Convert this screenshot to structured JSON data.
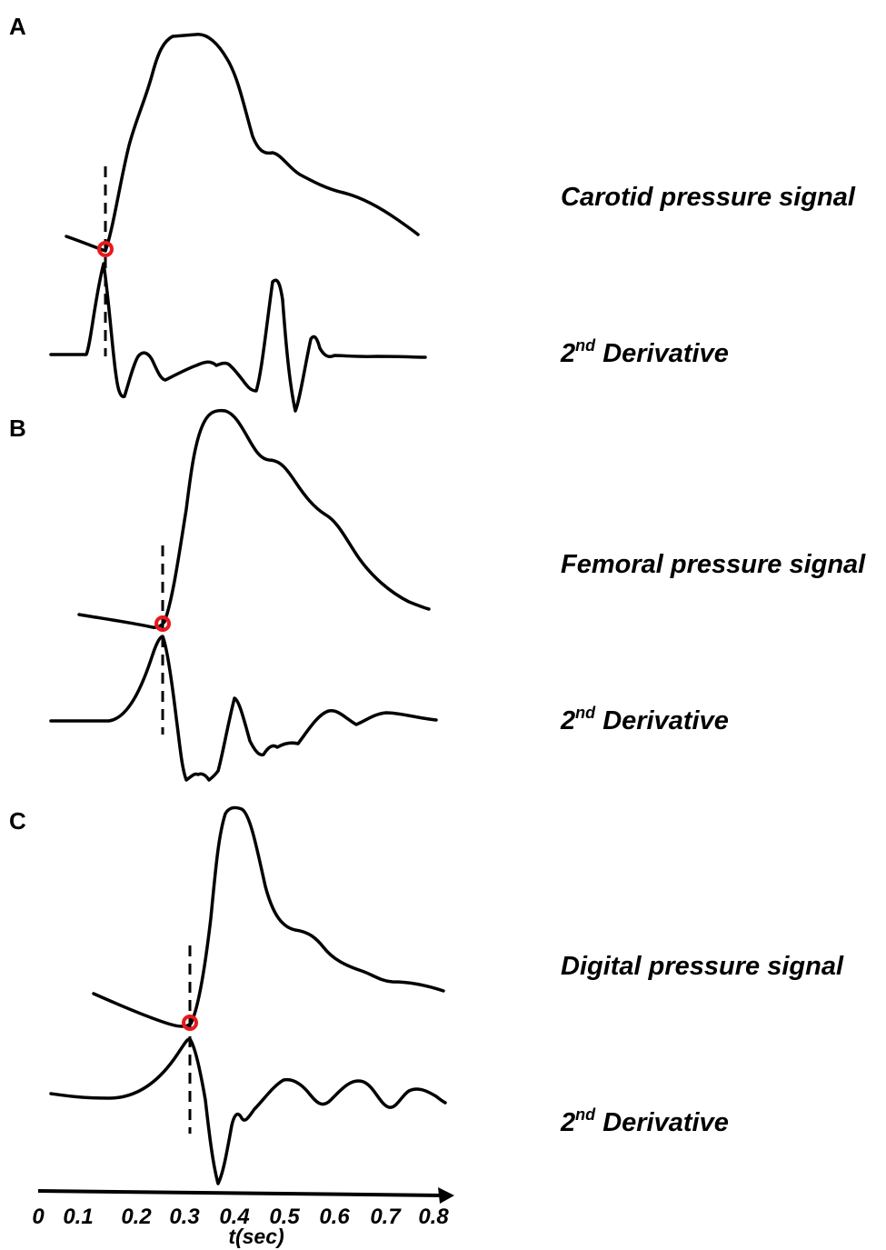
{
  "colors": {
    "trace": "#000000",
    "onset_marker": "#e8191b",
    "background": "#ffffff"
  },
  "panels": [
    {
      "letter": "A",
      "pressure_label": "Carotid pressure signal",
      "derivative_label_main": "2",
      "derivative_label_sup": "nd",
      "derivative_label_rest": " Derivative"
    },
    {
      "letter": "B",
      "pressure_label": "Femoral pressure signal",
      "derivative_label_main": "2",
      "derivative_label_sup": "nd",
      "derivative_label_rest": " Derivative"
    },
    {
      "letter": "C",
      "pressure_label": "Digital pressure signal",
      "derivative_label_main": "2",
      "derivative_label_sup": "nd",
      "derivative_label_rest": " Derivative"
    }
  ],
  "time_axis": {
    "title": "t(sec)",
    "ticks": [
      "0",
      "0.1",
      "0.2",
      "0.3",
      "0.4",
      "0.5",
      "0.6",
      "0.7",
      "0.8"
    ]
  }
}
